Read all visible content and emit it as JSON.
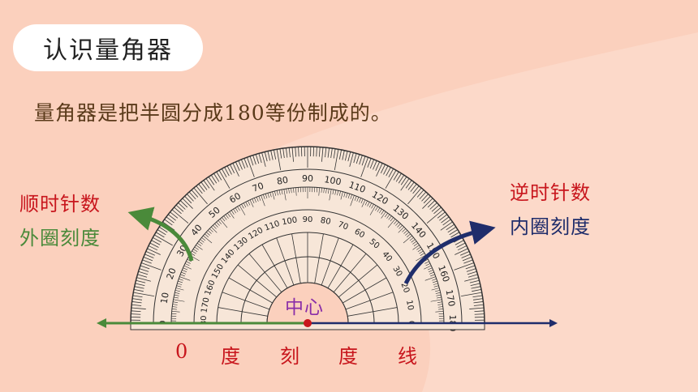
{
  "title": "认识量角器",
  "subtitle": "量角器是把半圆分成180等份制成的。",
  "left_labels": {
    "direction": "顺时针数",
    "scale": "外圈刻度"
  },
  "right_labels": {
    "direction": "逆时针数",
    "scale": "内圈刻度"
  },
  "center_label": "中心",
  "baseline_chars": [
    "0",
    "度",
    "刻",
    "度",
    "线"
  ],
  "protractor": {
    "outer_numbers": [
      "0",
      "10",
      "20",
      "30",
      "40",
      "50",
      "60",
      "70",
      "80",
      "90",
      "100",
      "110",
      "120",
      "130",
      "140",
      "150",
      "160",
      "170",
      "180"
    ],
    "inner_numbers": [
      "180",
      "170",
      "160",
      "150",
      "140",
      "130",
      "120",
      "110",
      "100",
      "90",
      "80",
      "70",
      "60",
      "50",
      "40",
      "30",
      "20",
      "10",
      "0"
    ]
  },
  "colors": {
    "background": "#fbd0bd",
    "clockwise_arrow": "#4a8a3a",
    "counterclockwise_arrow": "#1f2d6b",
    "accent_red": "#c8161d",
    "center_text": "#8a2ea8"
  },
  "icons": {
    "clockwise_arrow": "curved-arrow-left-icon",
    "counterclockwise_arrow": "curved-arrow-right-icon"
  }
}
